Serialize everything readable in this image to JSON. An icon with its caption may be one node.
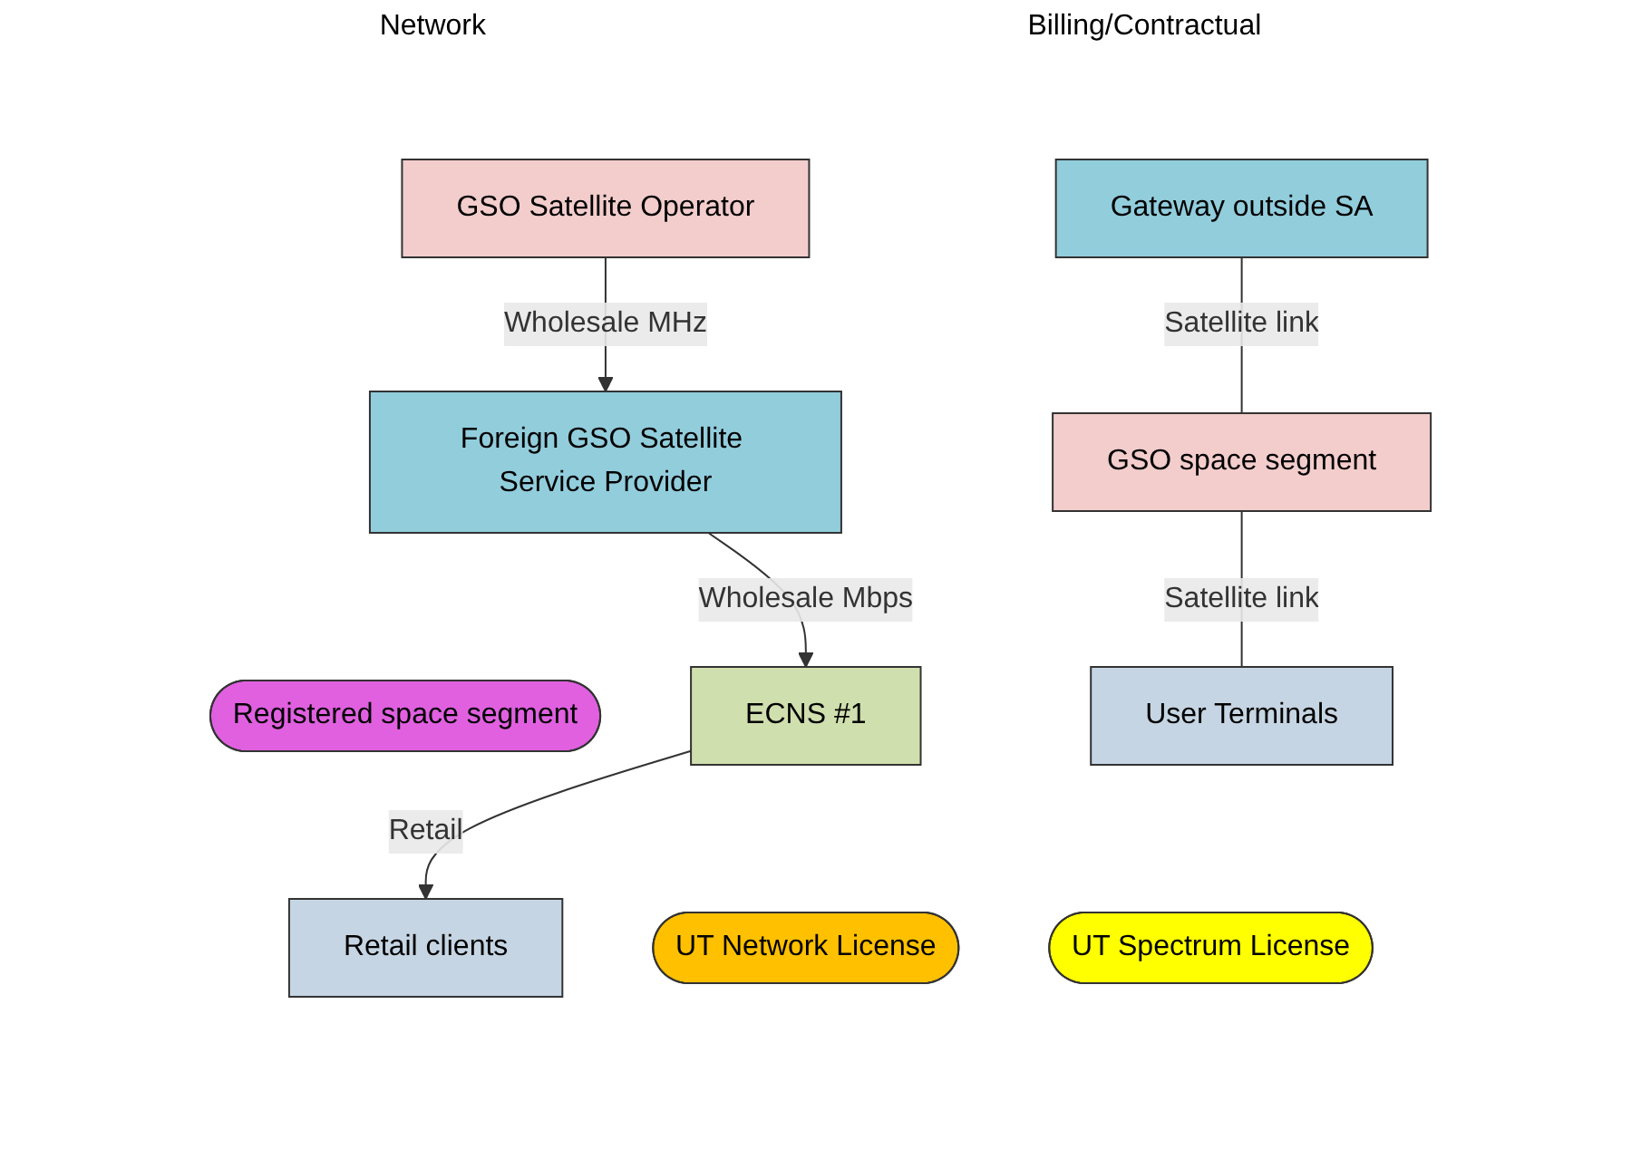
{
  "diagram": {
    "nodes": [
      {
        "text": [
          "Gateway outside SA"
        ]
      },
      {
        "text": [
          "Foreign GSO Satellite Service Provider"
        ]
      },
      {
        "text": [
          "Registered space segment"
        ]
      },
      {
        "text": [
          "GSO space segment"
        ]
      },
      {
        "text": [
          "GSO Satellite Operator"
        ]
      },
      {
        "text": [
          "ECNS #1"
        ]
      },
      {
        "text": [
          "UT Network License"
        ]
      },
      {
        "text": [
          "UT Spectrum License"
        ]
      },
      {
        "text": [
          "User Terminals"
        ]
      },
      {
        "text": [
          "Retail clients"
        ]
      }
    ],
    "edges": [
      {
        "from": 0,
        "to": 3,
        "arrow": "none",
        "label": "Satellite link"
      },
      {
        "from": 1,
        "to": 5,
        "arrow": "to",
        "label": "Wholesale Mbps"
      },
      {
        "from": 4,
        "to": 1,
        "arrow": "to",
        "label": "Wholesale MHz"
      },
      {
        "from": 3,
        "to": 8,
        "arrow": "none",
        "label": "Satellite link"
      },
      {
        "from": 5,
        "to": 9,
        "arrow": "to",
        "label": "Retail"
      }
    ],
    "labels": [
      "Network",
      "Billing/Contractual"
    ]
  }
}
